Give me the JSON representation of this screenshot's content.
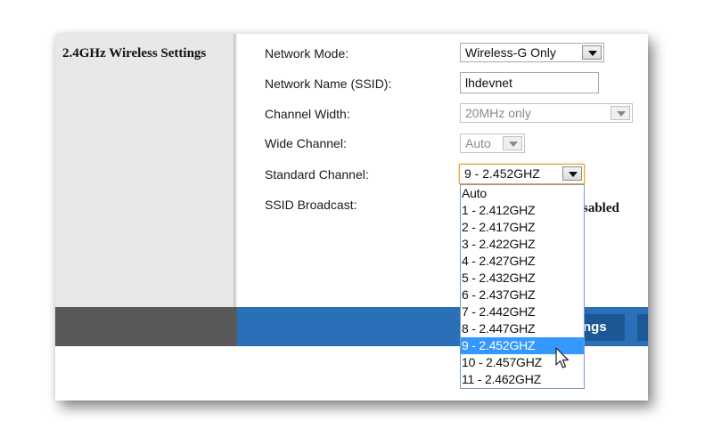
{
  "sidebar": {
    "title": "2.4GHz Wireless Settings"
  },
  "form": {
    "network_mode": {
      "label": "Network Mode:",
      "value": "Wireless-G Only"
    },
    "network_name": {
      "label": "Network Name (SSID):",
      "value": "lhdevnet"
    },
    "channel_width": {
      "label": "Channel Width:",
      "value": "20MHz only",
      "disabled": true
    },
    "wide_channel": {
      "label": "Wide Channel:",
      "value": "Auto",
      "disabled": true
    },
    "standard_channel": {
      "label": "Standard Channel:",
      "value": "9 - 2.452GHZ",
      "options": [
        "Auto",
        "1 - 2.412GHZ",
        "2 - 2.417GHZ",
        "3 - 2.422GHZ",
        "4 - 2.427GHZ",
        "5 - 2.432GHZ",
        "6 - 2.437GHZ",
        "7 - 2.442GHZ",
        "8 - 2.447GHZ",
        "9 - 2.452GHZ",
        "10 - 2.457GHZ",
        "11 - 2.462GHZ"
      ],
      "highlighted_index": 9
    },
    "ssid_broadcast": {
      "label": "SSID Broadcast:",
      "partial_value": "sabled"
    }
  },
  "footer": {
    "save_button_partial": "ngs"
  },
  "colors": {
    "sidebar_bg": "#e8e8e8",
    "footer_dark": "#595959",
    "footer_blue": "#2a70b8",
    "button_blue": "#1d5896",
    "highlight": "#3399ff",
    "focus_border": "#e5a42a"
  }
}
